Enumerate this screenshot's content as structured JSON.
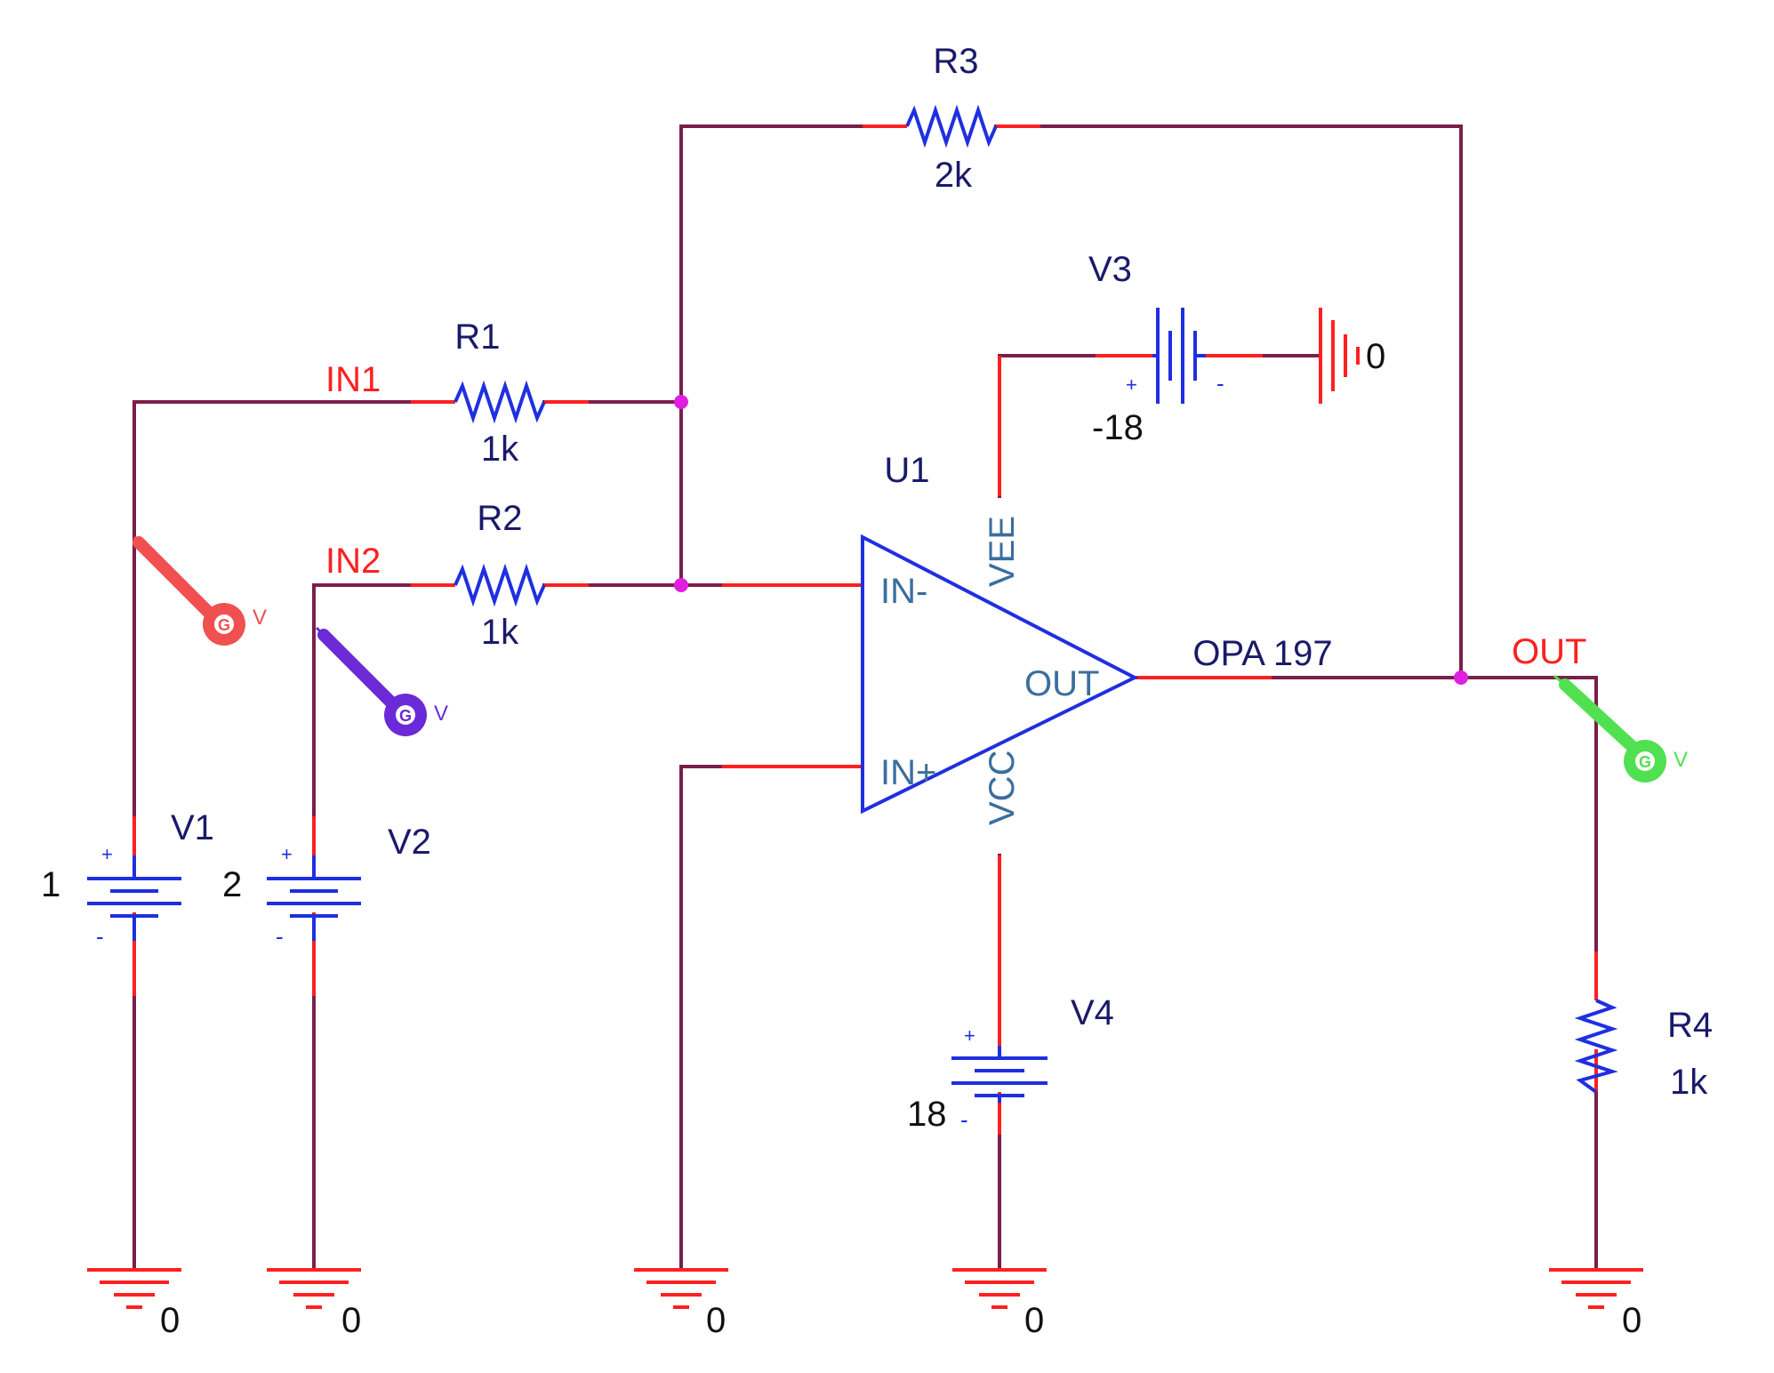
{
  "colors": {
    "wire": "#7a1f4a",
    "pin": "#ff2020",
    "component": "#1f2fe0",
    "junction": "#e020e0",
    "probe_in1": "#f05050",
    "probe_in2": "#6a2ad8",
    "probe_out": "#50e050"
  },
  "resistors": {
    "r1": {
      "name": "R1",
      "value": "1k"
    },
    "r2": {
      "name": "R2",
      "value": "1k"
    },
    "r3": {
      "name": "R3",
      "value": "2k"
    },
    "r4": {
      "name": "R4",
      "value": "1k"
    }
  },
  "sources": {
    "v1": {
      "name": "V1",
      "value": "1"
    },
    "v2": {
      "name": "V2",
      "value": "2"
    },
    "v3": {
      "name": "V3",
      "value": "-18"
    },
    "v4": {
      "name": "V4",
      "value": "18"
    }
  },
  "opamp": {
    "ref": "U1",
    "model": "OPA 197",
    "pins": {
      "inm": "IN-",
      "inp": "IN+",
      "out": "OUT",
      "vee": "VEE",
      "vcc": "VCC"
    }
  },
  "nets": {
    "in1": "IN1",
    "in2": "IN2",
    "out": "OUT"
  },
  "ground_label": "0",
  "polarity": {
    "plus": "+",
    "minus": "-"
  },
  "probe_label": "V",
  "probe_glyph": "G"
}
